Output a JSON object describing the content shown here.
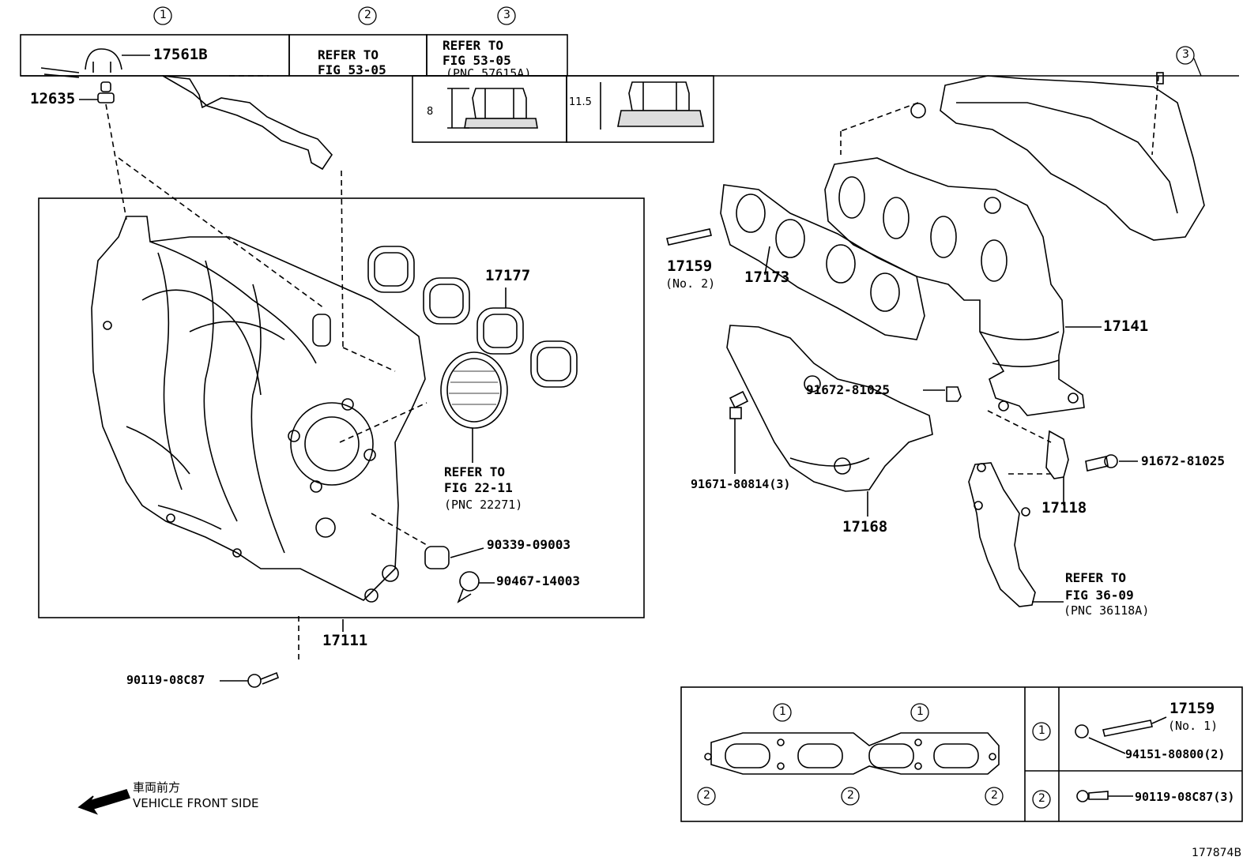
{
  "callouts": {
    "c1": "1",
    "c2": "2",
    "c3": "3"
  },
  "inset_top": {
    "p17561b": "17561B",
    "p12635": "12635",
    "refer_a1": "REFER TO",
    "refer_a2": "FIG 53-05",
    "refer_b1": "REFER TO",
    "refer_b2": "FIG 53-05",
    "refer_b3": "(PNC 57615A)",
    "dim1": "8",
    "dim2": "11.5"
  },
  "parts": {
    "p17177": "17177",
    "p17111": "17111",
    "p90119a": "90119-08C87",
    "refer_c1": "REFER TO",
    "refer_c2": "FIG 22-11",
    "refer_c3": "(PNC 22271)",
    "p90339": "90339-09003",
    "p90467": "90467-14003",
    "p17159": "17159",
    "p17159_no2": "(No. 2)",
    "p17173": "17173",
    "p17141": "17141",
    "p91672a": "91672-81025",
    "p91672b": "91672-81025",
    "p91671": "91671-80814(3)",
    "p17168": "17168",
    "p17118": "17118",
    "refer_d1": "REFER TO",
    "refer_d2": "FIG 36-09",
    "refer_d3": "(PNC 36118A)"
  },
  "inset_bottom": {
    "p17159": "17159",
    "p17159_no1": "(No. 1)",
    "p94151": "94151-80800(2)",
    "p90119": "90119-08C87(3)",
    "row1": "1",
    "row2": "2"
  },
  "footer": {
    "vehicle_jp": "車両前方",
    "vehicle_en": "VEHICLE FRONT SIDE",
    "figure_id": "177874B"
  }
}
